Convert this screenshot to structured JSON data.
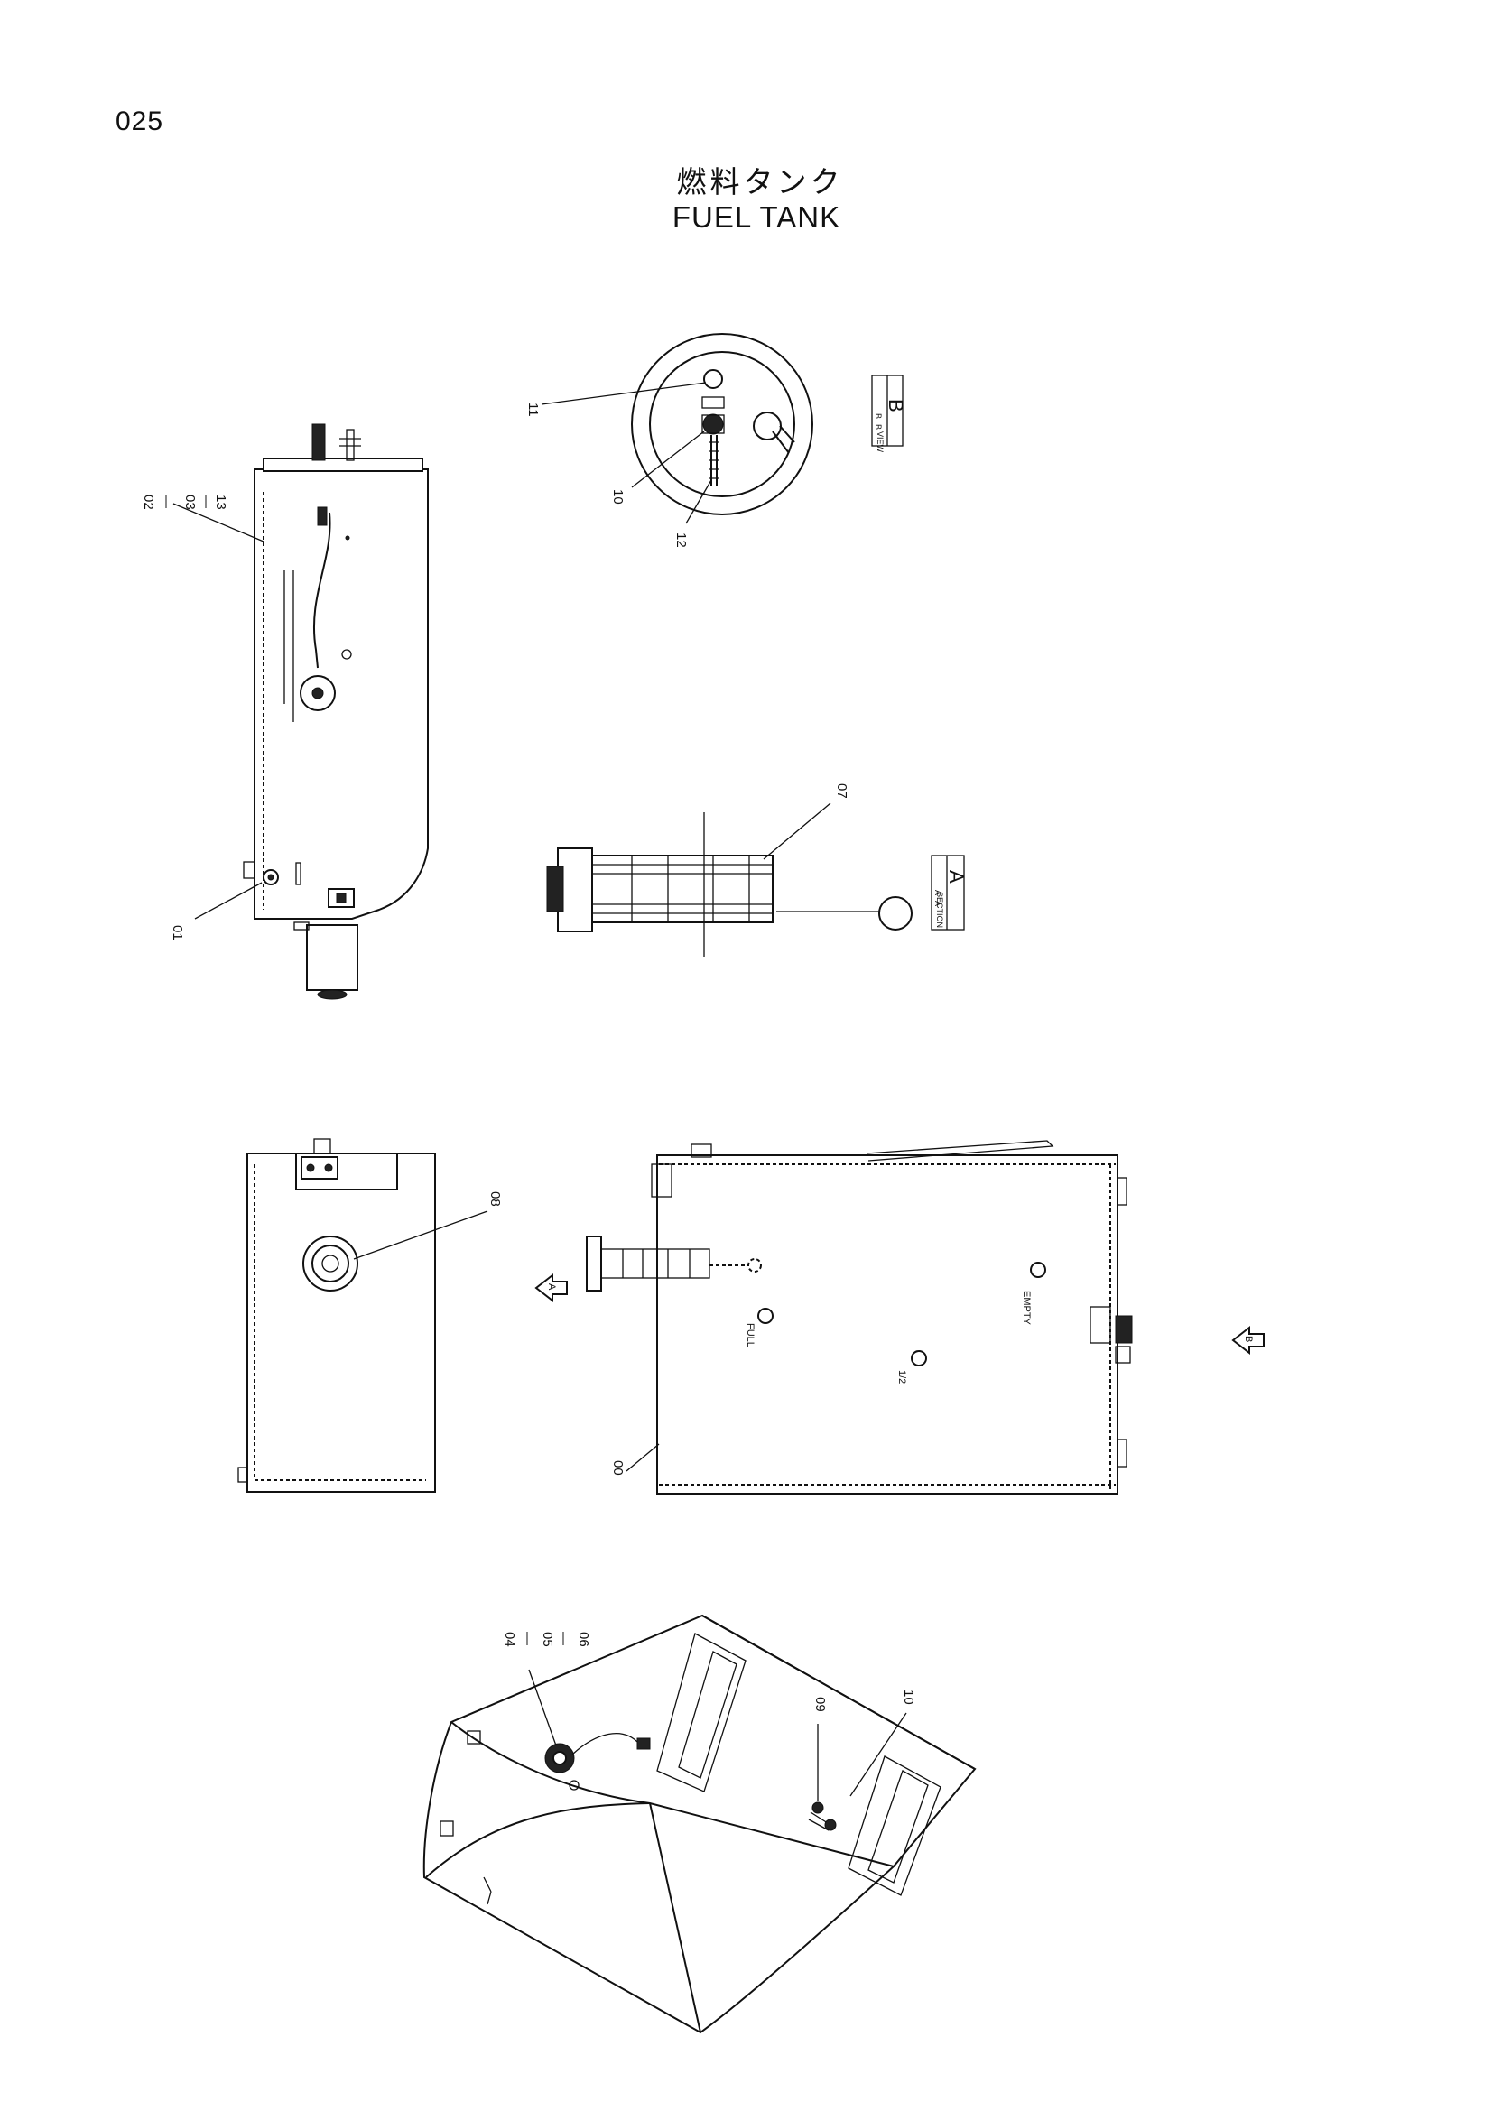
{
  "page": {
    "number": "025"
  },
  "title": {
    "japanese": "燃料タンク",
    "english": "FUEL TANK"
  },
  "side_view": {
    "callouts": {
      "c02": "02",
      "c03": "03",
      "c13": "13",
      "c01": "01"
    },
    "dash": "—"
  },
  "view_b": {
    "callouts": {
      "c11": "11",
      "c10": "10",
      "c12": "12"
    },
    "tag": {
      "letter": "B",
      "top": "B",
      "bottom": "B",
      "caption": "VIEW"
    }
  },
  "section_a": {
    "callouts": {
      "c07": "07"
    },
    "tag": {
      "letter": "A",
      "top": "A",
      "bottom": "A",
      "caption": "SECTION"
    }
  },
  "end_view": {
    "callouts": {
      "c08": "08"
    }
  },
  "front_view": {
    "callouts": {
      "c00": "00"
    },
    "gauge_labels": {
      "full": "FULL",
      "half": "1/2",
      "empty": "EMPTY"
    },
    "arrow_a": "A",
    "arrow_b": "B"
  },
  "iso_view": {
    "callouts": {
      "c04": "04",
      "c05": "05",
      "c06": "06",
      "c09": "09",
      "c10": "10"
    }
  }
}
